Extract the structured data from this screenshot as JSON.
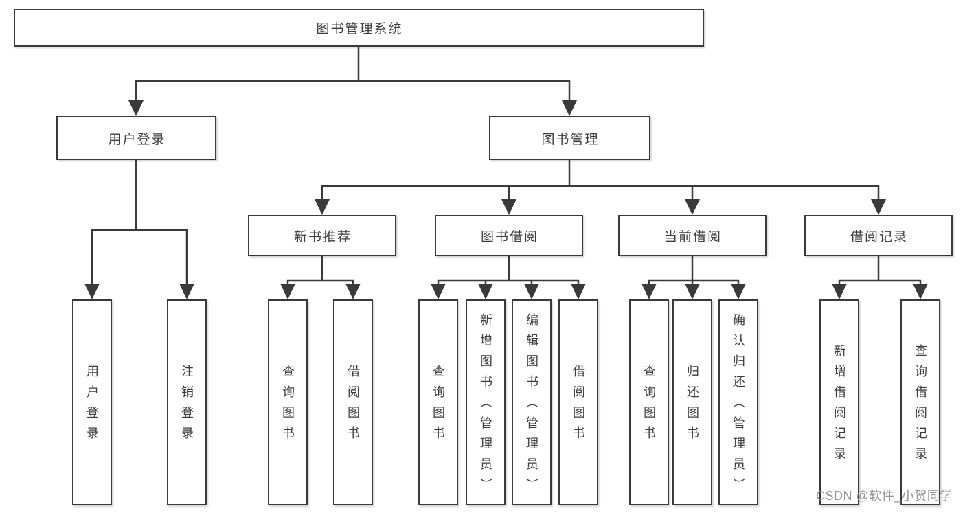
{
  "tree": {
    "root": "图书管理系统",
    "branches": [
      {
        "label": "用户登录",
        "children": [
          "用户登录",
          "注销登录"
        ]
      },
      {
        "label": "图书管理",
        "sections": [
          {
            "label": "新书推荐",
            "children": [
              "查询图书",
              "借阅图书"
            ]
          },
          {
            "label": "图书借阅",
            "children": [
              "查询图书",
              "新增图书（管理员）",
              "编辑图书（管理员）",
              "借阅图书"
            ]
          },
          {
            "label": "当前借阅",
            "children": [
              "查询图书",
              "归还图书",
              "确认归还（管理员）"
            ]
          },
          {
            "label": "借阅记录",
            "children": [
              "新增借阅记录",
              "查询借阅记录"
            ]
          }
        ]
      }
    ]
  },
  "watermark": "CSDN @软件_小贺同学",
  "colors": {
    "line": "#3a3a3a",
    "border": "#3a3a3a",
    "text": "#3d3d3d",
    "watermark": "#8e8e8e"
  }
}
